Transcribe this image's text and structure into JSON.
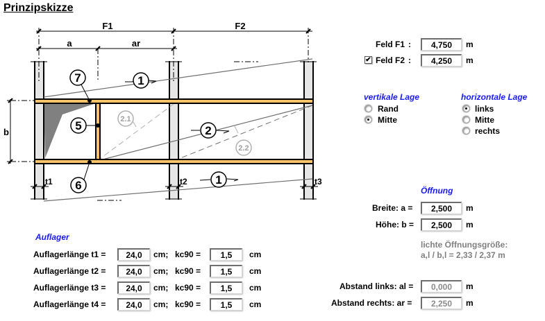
{
  "title": "Prinzipskizze",
  "sketch": {
    "dim_labels": {
      "F1": "F1",
      "F2": "F2",
      "a": "a",
      "ar": "ar",
      "b": "b",
      "t1": "t1",
      "t2": "t2",
      "t3": "t3"
    },
    "markers": [
      "7",
      "1",
      "5",
      "2.1",
      "2",
      "2.2",
      "6",
      "1"
    ],
    "colors": {
      "beam": "#f7c46a",
      "wall": "#e6e6e6",
      "shade": "#808080",
      "line": "#000000",
      "thin": "#707070",
      "faint": "#b0b0b0"
    }
  },
  "fields": {
    "f1": {
      "label": "Feld F1",
      "colon": ":",
      "value": "4,750",
      "unit": "m"
    },
    "f2": {
      "label": "Feld F2",
      "colon": ":",
      "value": "4,250",
      "unit": "m",
      "checked": true,
      "check_mark": "✔"
    }
  },
  "vertical": {
    "heading": "vertikale Lage",
    "options": [
      {
        "label": "Rand",
        "selected": false
      },
      {
        "label": "Mitte",
        "selected": true
      }
    ]
  },
  "horizontal": {
    "heading": "horizontale Lage",
    "options": [
      {
        "label": "links",
        "selected": true
      },
      {
        "label": "Mitte",
        "selected": false
      },
      {
        "label": "rechts",
        "selected": false
      }
    ]
  },
  "opening": {
    "heading": "Öffnung",
    "width": {
      "label": "Breite: a =",
      "value": "2,500",
      "unit": "m"
    },
    "height": {
      "label": "Höhe: b =",
      "value": "2,500",
      "unit": "m"
    },
    "clear_size_label": "lichte Öffnungsgröße:",
    "clear_size_value": "a,l / b,l = 2,33 / 2,37 m"
  },
  "distance": {
    "left": {
      "label": "Abstand links: al =",
      "value": "0,000",
      "unit": "m"
    },
    "right": {
      "label": "Abstand rechts: ar =",
      "value": "2,250",
      "unit": "m"
    }
  },
  "supports": {
    "heading": "Auflager",
    "rows": [
      {
        "label": "Auflagerlänge  t1 =",
        "t": "24,0",
        "t_unit": "cm;",
        "kc_label": "kc90 =",
        "kc": "1,5",
        "kc_unit": "cm"
      },
      {
        "label": "Auflagerlänge  t2 =",
        "t": "24,0",
        "t_unit": "cm;",
        "kc_label": "kc90 =",
        "kc": "1,5",
        "kc_unit": "cm"
      },
      {
        "label": "Auflagerlänge  t3 =",
        "t": "24,0",
        "t_unit": "cm;",
        "kc_label": "kc90 =",
        "kc": "1,5",
        "kc_unit": "cm"
      },
      {
        "label": "Auflagerlänge  t4 =",
        "t": "24,0",
        "t_unit": "cm;",
        "kc_label": "kc90 =",
        "kc": "1,5",
        "kc_unit": "cm"
      }
    ]
  }
}
